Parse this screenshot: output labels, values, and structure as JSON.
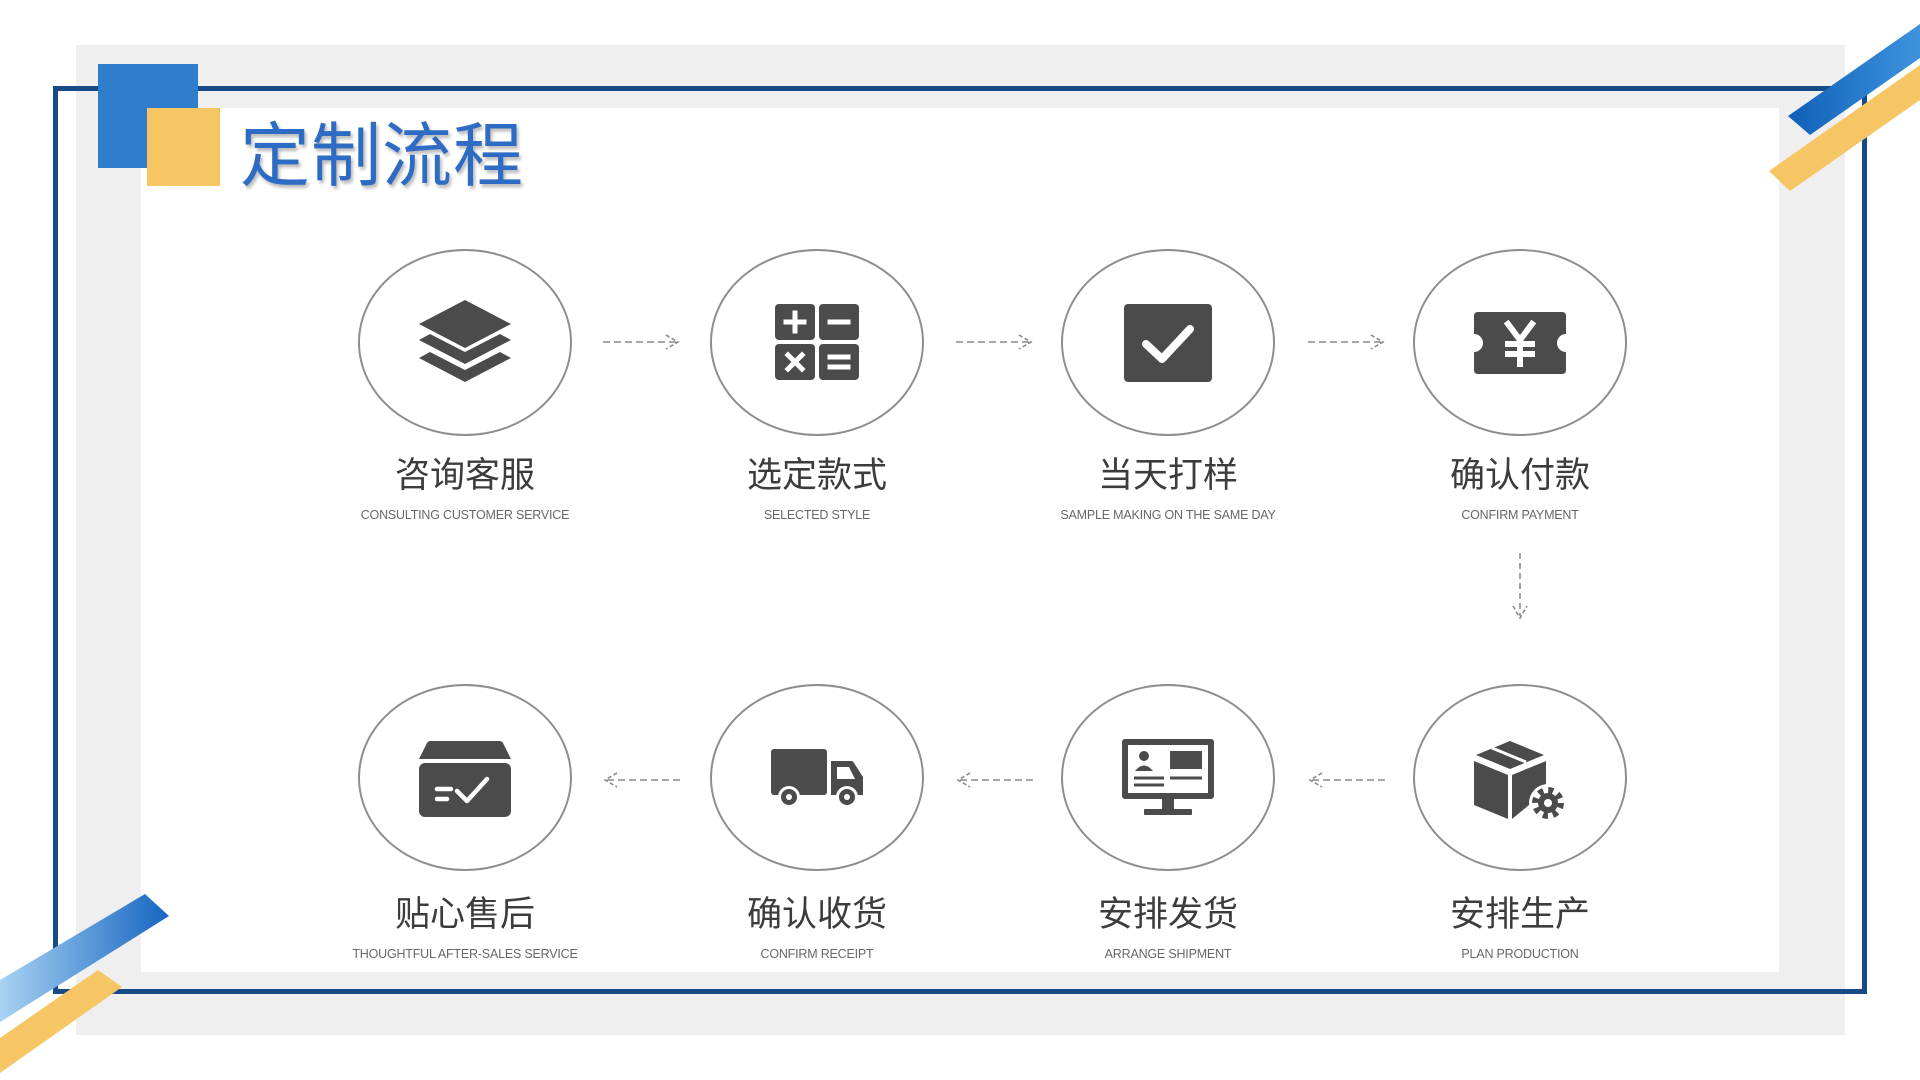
{
  "title": "定制流程",
  "colors": {
    "frame": "#164a89",
    "accent_blue": "#2f7ecb",
    "accent_yellow": "#f6c564",
    "title": "#2d6bc4",
    "icon": "#4b4b4b"
  },
  "steps": [
    {
      "zh": "咨询客服",
      "en": "CONSULTING CUSTOMER SERVICE",
      "icon": "layers-icon"
    },
    {
      "zh": "选定款式",
      "en": "SELECTED STYLE",
      "icon": "calculator-icon"
    },
    {
      "zh": "当天打样",
      "en": "SAMPLE MAKING ON THE SAME DAY",
      "icon": "checkbox-icon"
    },
    {
      "zh": "确认付款",
      "en": "CONFIRM PAYMENT",
      "icon": "yen-ticket-icon"
    },
    {
      "zh": "安排生产",
      "en": "PLAN PRODUCTION",
      "icon": "box-gear-icon"
    },
    {
      "zh": "安排发货",
      "en": "ARRANGE SHIPMENT",
      "icon": "monitor-id-icon"
    },
    {
      "zh": "确认收货",
      "en": "CONFIRM RECEIPT",
      "icon": "truck-icon"
    },
    {
      "zh": "贴心售后",
      "en": "THOUGHTFUL AFTER-SALES SERVICE",
      "icon": "tray-check-icon"
    }
  ]
}
